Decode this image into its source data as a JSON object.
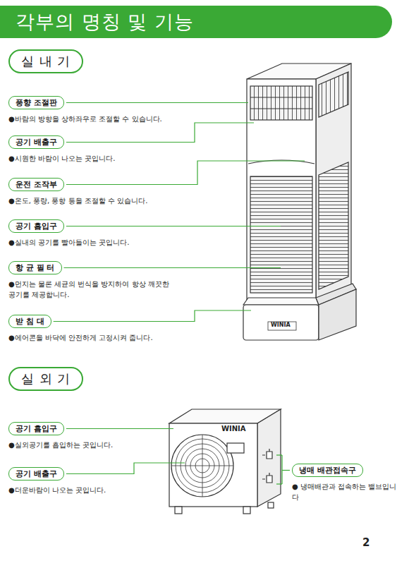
{
  "diagram": {
    "title": "각부의 명칭 및 기능",
    "nodes": [
      {
        "text": [
          "실 내 기"
        ]
      },
      {
        "text": [
          "풍향 조절판",
          "●바람의 방향을 상하좌우로 조절할 수 있습니다."
        ]
      },
      {
        "text": [
          "공기 배출구",
          "●시원한 바람이 나오는 곳입니다."
        ]
      },
      {
        "text": [
          "운전 조작부",
          "●온도, 풍량, 풍향 등을 조절할 수 있습니다."
        ]
      },
      {
        "text": [
          "공기 흡입구",
          "●실내의 공기를 빨아들이는 곳입니다."
        ]
      },
      {
        "text": [
          "항 균 필 터",
          "●먼지는 물론 세균의 번식을 방지하여 항상 깨끗한 공기를 제공합니다."
        ]
      },
      {
        "text": [
          "받 침 대",
          "●에어콘을 바닥에 안전하게 고정시켜 줍니다."
        ]
      },
      {
        "text": [
          "실 외 기"
        ]
      },
      {
        "text": [
          "공기 흡입구",
          "●실외공기를 흡입하는 곳입니다."
        ]
      },
      {
        "text": [
          "공기 배출구",
          "●더운바람이 나오는 곳입니다."
        ]
      },
      {
        "text": [
          "냉매 배관접속구",
          "● 냉매배관과 접속하는 밸브입니다"
        ]
      }
    ],
    "labels": [
      "WINIA",
      "WINIA",
      "2"
    ]
  }
}
